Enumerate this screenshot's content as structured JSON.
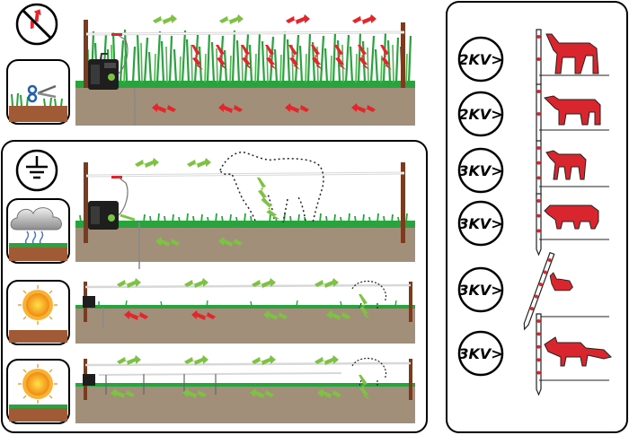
{
  "voltage_guide": {
    "rows": [
      {
        "label": "2KV>",
        "animal": "horse"
      },
      {
        "label": "2KV>",
        "animal": "cow"
      },
      {
        "label": "3KV>",
        "animal": "sheep"
      },
      {
        "label": "3KV>",
        "animal": "pig"
      },
      {
        "label": "3KV>",
        "animal": "rabbit"
      },
      {
        "label": "3KV>",
        "animal": "fox"
      }
    ]
  },
  "icons": {
    "no_grounding": "no-earth-crossed-icon",
    "mowing": "scissors-grass-icon",
    "grounding": "earth-ground-icon",
    "rain": "rain-cloud-icon",
    "sun_1": "sun-dry-icon",
    "sun_2": "sun-dry-icon"
  },
  "colors": {
    "current_ok": "#7dc242",
    "current_leak": "#e3262b",
    "soil": "#a18f79",
    "grass": "#28a33d",
    "post": "#7a3b1e",
    "insulator": "#d9272e",
    "animal_fill": "#d9262e"
  }
}
